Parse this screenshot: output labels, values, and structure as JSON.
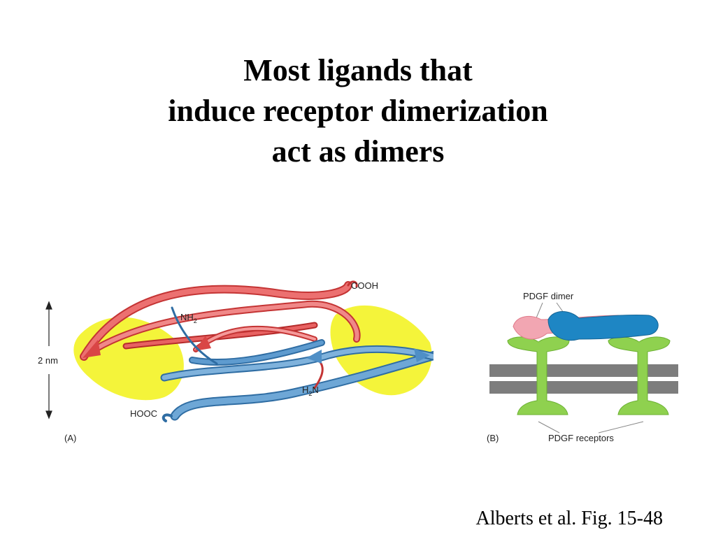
{
  "slide": {
    "title_lines": [
      "Most ligands that",
      "induce receptor dimerization",
      "act as dimers"
    ],
    "citation": "Alberts et al. Fig. 15-48"
  },
  "panel_a": {
    "label": "(A)",
    "scale_label": "2 nm",
    "terminus_labels": {
      "cooh": "COOH",
      "nh": "NH",
      "nh_sub": "2",
      "h": "H",
      "h_sub": "2",
      "n": "N",
      "hooc": "HOOC"
    },
    "colors": {
      "monomer_1": "#e05252",
      "monomer_2": "#4f8fc6",
      "shadow": "#f4f43a"
    }
  },
  "panel_b": {
    "label": "(B)",
    "dimer_label": "PDGF dimer",
    "receptors_label": "PDGF receptors",
    "colors": {
      "receptor": "#8fd14f",
      "membrane": "#7d7d7d",
      "ligand_a": "#f2a6b2",
      "ligand_b": "#1e86c4"
    }
  }
}
